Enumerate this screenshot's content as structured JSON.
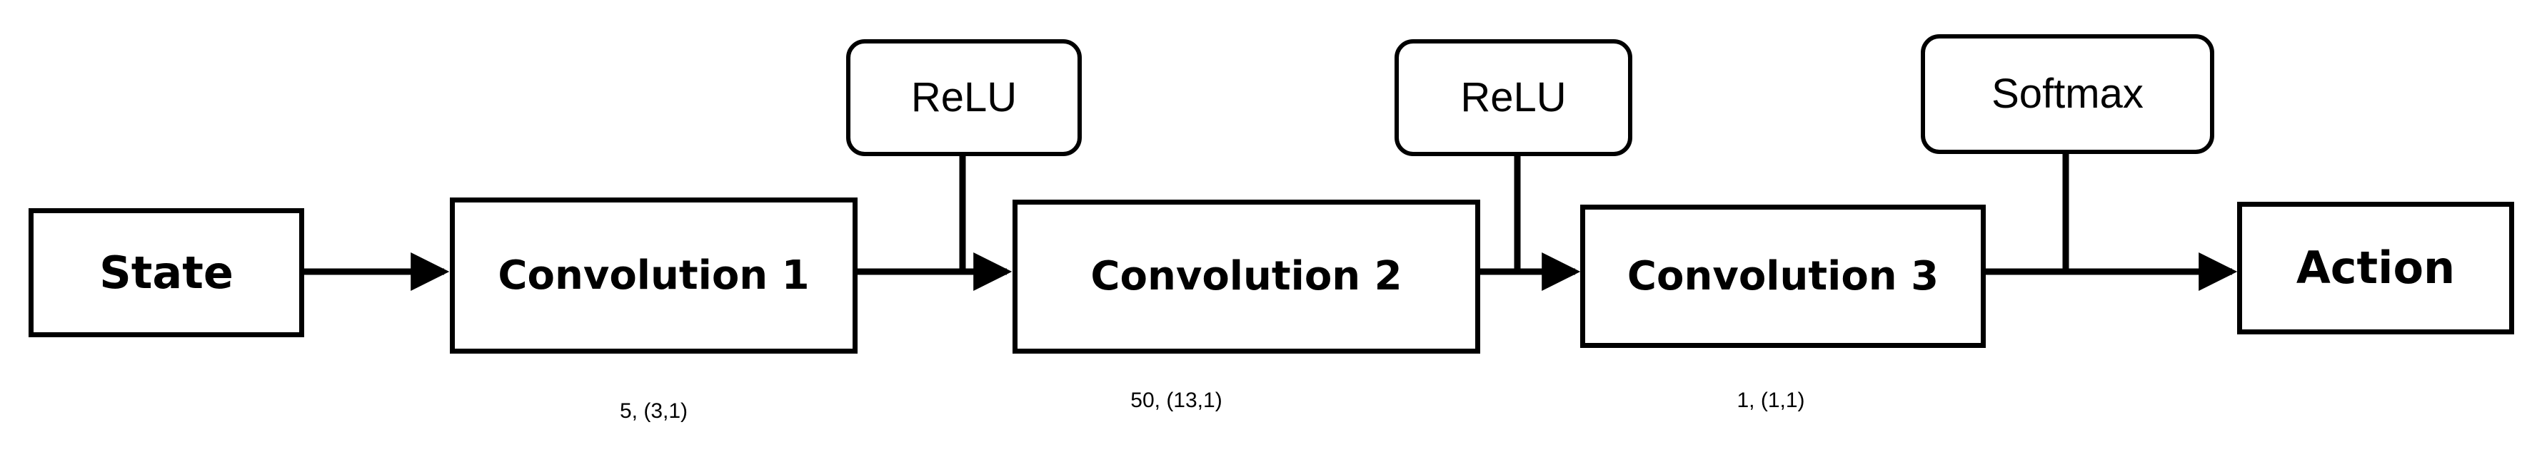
{
  "diagram": {
    "title": "Convolutional policy network block diagram",
    "background_color": "#ffffff",
    "line_color": "#000000",
    "nodes": {
      "state": {
        "label": "State",
        "shape": "rectangle"
      },
      "conv1": {
        "label": "Convolution 1",
        "shape": "rectangle",
        "params": "5, (3,1)"
      },
      "conv2": {
        "label": "Convolution 2",
        "shape": "rectangle",
        "params": "50, (13,1)"
      },
      "conv3": {
        "label": "Convolution 3",
        "shape": "rectangle",
        "params": "1, (1,1)"
      },
      "action": {
        "label": "Action",
        "shape": "rectangle"
      },
      "relu1": {
        "label": "ReLU",
        "shape": "rounded-rectangle"
      },
      "relu2": {
        "label": "ReLU",
        "shape": "rounded-rectangle"
      },
      "softmax": {
        "label": "Softmax",
        "shape": "rounded-rectangle"
      }
    },
    "edges": [
      {
        "from": "state",
        "to": "conv1",
        "style": "arrow"
      },
      {
        "from": "conv1",
        "to": "conv2",
        "style": "arrow"
      },
      {
        "from": "conv2",
        "to": "conv3",
        "style": "arrow"
      },
      {
        "from": "conv3",
        "to": "action",
        "style": "arrow"
      },
      {
        "from": "relu1",
        "to": "conv1-conv2-link",
        "style": "line"
      },
      {
        "from": "relu2",
        "to": "conv2-conv3-link",
        "style": "line"
      },
      {
        "from": "softmax",
        "to": "conv3-action-link",
        "style": "line"
      }
    ]
  }
}
